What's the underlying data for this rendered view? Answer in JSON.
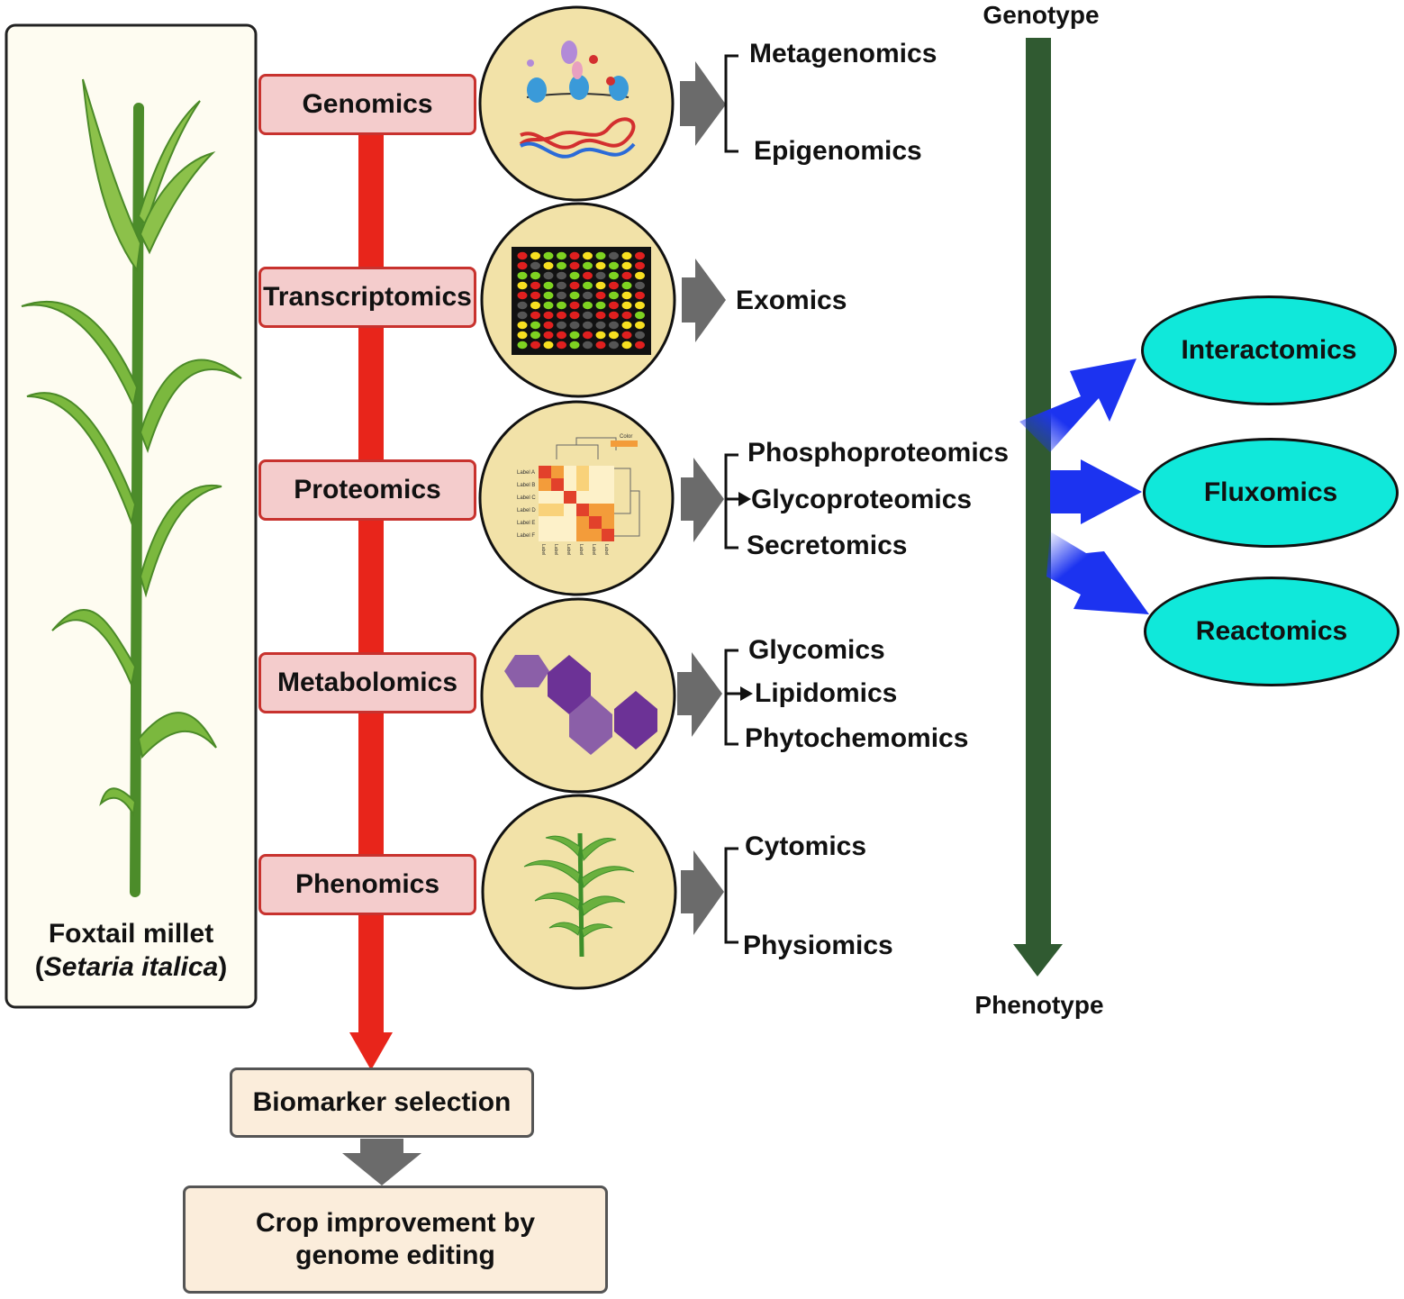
{
  "plant": {
    "common_name": "Foxtail millet",
    "scientific_name": "Setaria italica",
    "paren_open": "(",
    "paren_close": ")"
  },
  "omics": [
    {
      "label": "Genomics",
      "icon": "dna-nucleosome-icon",
      "sub": [
        "Metagenomics",
        "Epigenomics"
      ]
    },
    {
      "label": "Transcriptomics",
      "icon": "microarray-icon",
      "sub": [
        "Exomics"
      ]
    },
    {
      "label": "Proteomics",
      "icon": "heatmap-icon",
      "sub": [
        "Phosphoproteomics",
        "Glycoproteomics",
        "Secretomics"
      ],
      "heatmap": {
        "legend": "Color",
        "rows": [
          "Label A",
          "Label B",
          "Label C",
          "Label D",
          "Label E",
          "Label F"
        ],
        "col_label": "Label"
      }
    },
    {
      "label": "Metabolomics",
      "icon": "hexagon-molecule-icon",
      "sub": [
        "Glycomics",
        "Lipidomics",
        "Phytochemomics"
      ]
    },
    {
      "label": "Phenomics",
      "icon": "plant-icon",
      "sub": [
        "Cytomics",
        "Physiomics"
      ]
    }
  ],
  "axis": {
    "top": "Genotype",
    "bottom": "Phenotype"
  },
  "branches": [
    "Interactomics",
    "Fluxomics",
    "Reactomics"
  ],
  "outcome": {
    "biomarker": "Biomarker selection",
    "crop_line1": "Crop improvement by",
    "crop_line2": "genome editing"
  },
  "colors": {
    "omic_fill": "#f4cccc",
    "omic_border": "#c8322e",
    "main_arrow": "#e8251b",
    "circle_fill": "#f2e2a8",
    "axis": "#305a31",
    "branch_arrow": "#1c33f0",
    "oval_fill": "#10e8da",
    "outcome_fill": "#fbeddb",
    "gray_arrow": "#6b6b6b"
  }
}
